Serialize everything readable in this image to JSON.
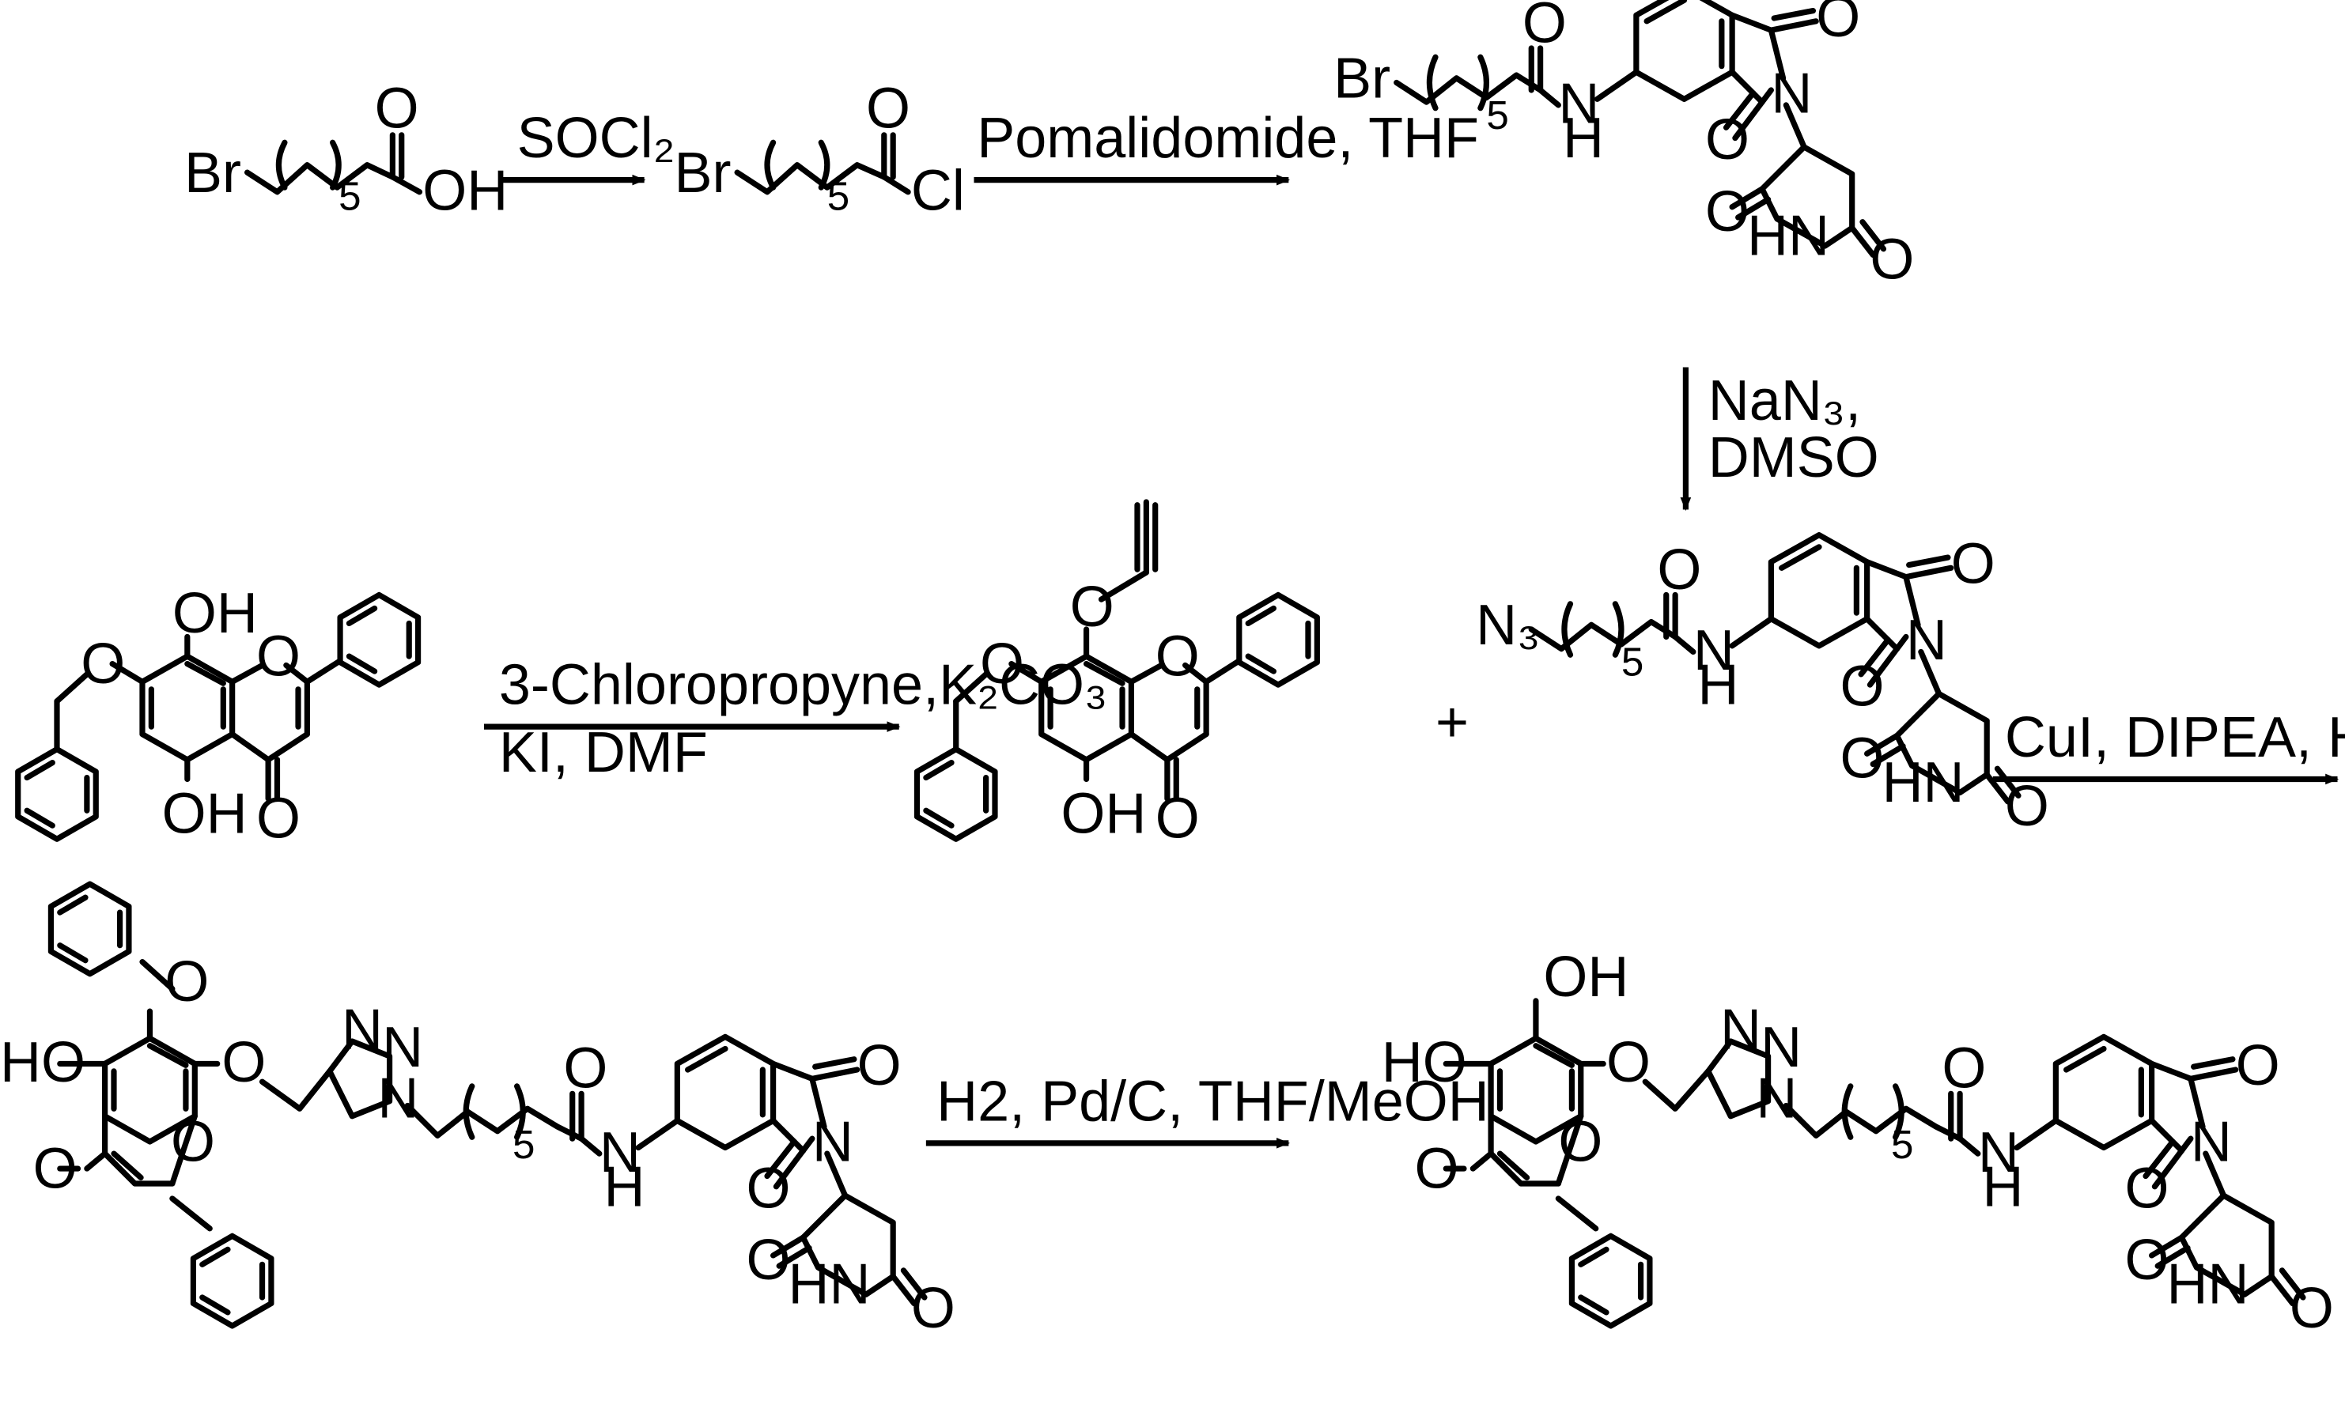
{
  "reactions": {
    "step1": "SOCl₂",
    "step2": "Pomalidomide, THF",
    "step3_line1": "NaN₃,",
    "step3_line2": "DMSO",
    "step4_line1": "3-Chloropropyne,K₂CO₃",
    "step4_line2": "KI, DMF",
    "step5": "CuI, DIPEA, HMPA",
    "step6": "H2, Pd/C, THF/MeOH",
    "plus": "+"
  },
  "atoms": {
    "Br": "Br",
    "OH": "OH",
    "HO": "HO",
    "O": "O",
    "Cl": "Cl",
    "N": "N",
    "H": "H",
    "HN": "HN",
    "N3": "N₃",
    "repeat": "5"
  }
}
